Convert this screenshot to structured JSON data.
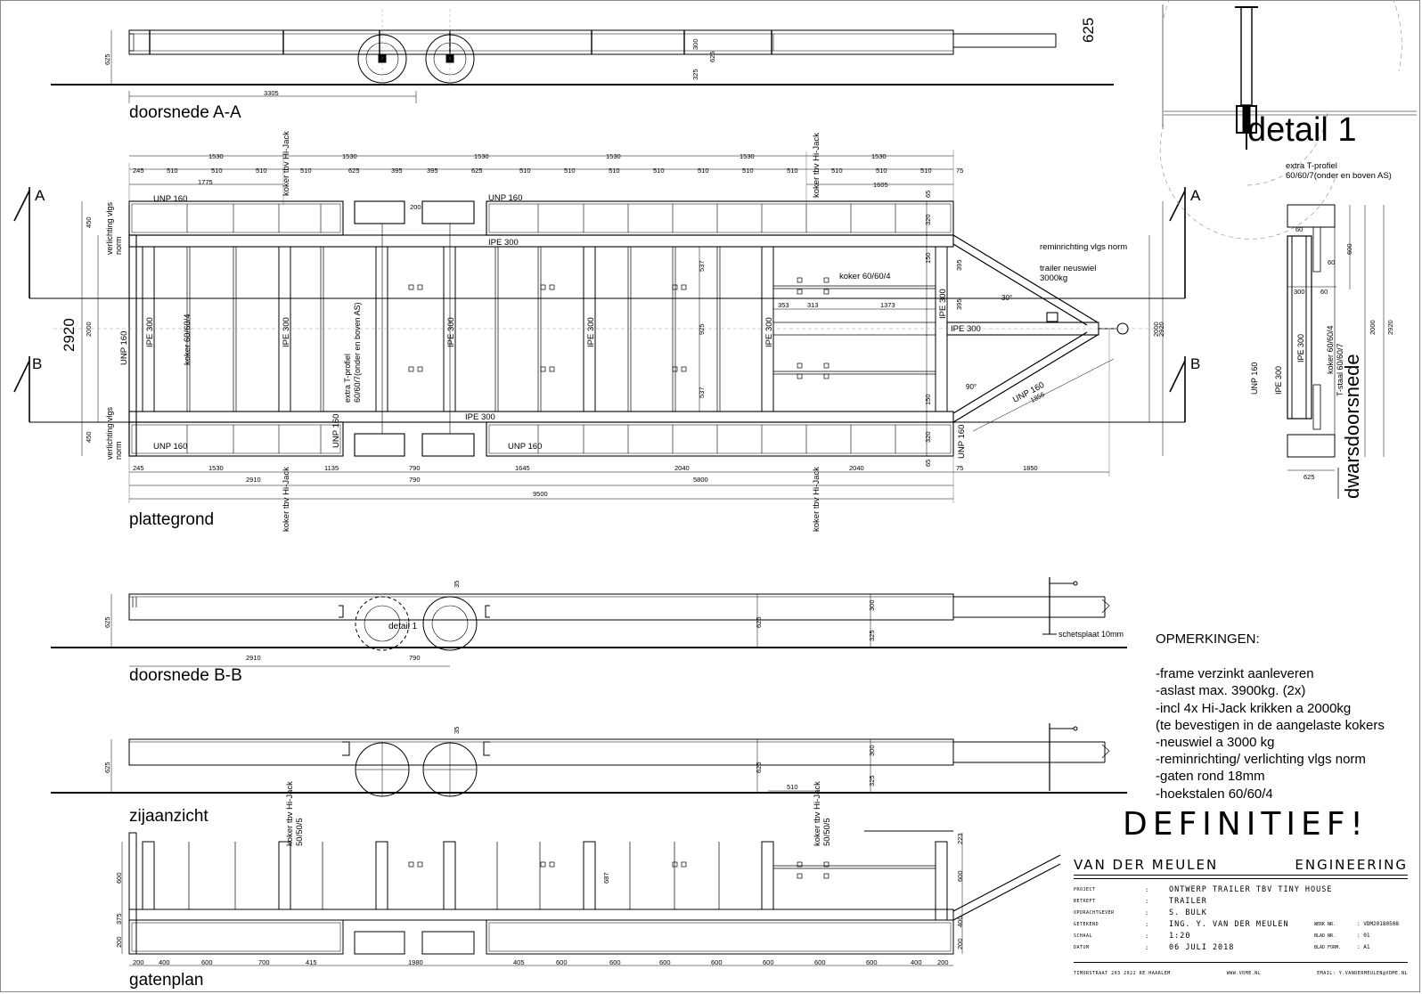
{
  "views": {
    "section_aa": "doorsnede A-A",
    "plan": "plattegrond",
    "section_bb": "doorsnede B-B",
    "side": "zijaanzicht",
    "holes": "gatenplan",
    "cross": "dwarsdoorsnede",
    "detail": "detail 1",
    "detail_small": "detail 1"
  },
  "section_markers": {
    "a": "A",
    "b": "B"
  },
  "detail_note": [
    "extra T-profiel",
    "60/60/7(onder en boven AS)"
  ],
  "plan_labels": {
    "unp160": "UNP 160",
    "ipe300": "IPE 300",
    "koker": "koker 60/60/4",
    "koker_hijack": "koker tbv Hi-Jack",
    "koker_hijack_5050": [
      "koker tbv Hi-Jack",
      "50/50/5"
    ],
    "verlichting": [
      "verlichting vlgs",
      "norm"
    ],
    "extra_t": [
      "extra T-profiel",
      "60/60/7(onder en boven AS)"
    ],
    "reminrichting": "reminrichting vlgs norm",
    "neuswiel": [
      "trailer neuswiel",
      "3000kg"
    ],
    "schetsplaat": "schetsplaat 10mm",
    "t_staal": "T-staal 60/60/7",
    "angle": "30°",
    "angle2": "90°"
  },
  "dimensions": {
    "top_row": [
      "245",
      "510",
      "510",
      "510",
      "510",
      "625",
      "395",
      "395",
      "625",
      "510",
      "510",
      "510",
      "510",
      "510",
      "510",
      "510",
      "510",
      "510",
      "510",
      "75"
    ],
    "mid_row": [
      "1530",
      "1530",
      "1530",
      "1530",
      "1530",
      "1530"
    ],
    "d1775": "1775",
    "d1605": "1605",
    "d3305": "3305",
    "bottom_row": [
      "245",
      "1530",
      "1135",
      "790",
      "1645",
      "2040",
      "2040",
      "75",
      "1850"
    ],
    "bottom_row2": [
      "2910",
      "790",
      "5800"
    ],
    "total": "9500",
    "width_total": "2920",
    "width_inner": "2000",
    "side_450": "450",
    "d537": "537",
    "d925": "925",
    "d200": "200",
    "d150": "150",
    "d320": "320",
    "d65": "65",
    "d395": "395",
    "d353": "353",
    "d313": "313",
    "d1373": "1373",
    "d1856": "1856",
    "d625": "625",
    "d300": "300",
    "d325": "325",
    "d35": "35",
    "d510": "510",
    "d600": "600",
    "d687": "687",
    "d375": "375",
    "d223": "223",
    "d400": "400",
    "d60": "60",
    "holes_row": [
      "200",
      "400",
      "600",
      "700",
      "415",
      "1980",
      "405",
      "600",
      "600",
      "600",
      "600",
      "600",
      "600",
      "600",
      "400",
      "200"
    ]
  },
  "notes": {
    "heading": "OPMERKINGEN:",
    "items": [
      "-frame verzinkt aanleveren",
      "-aslast max. 3900kg. (2x)",
      "-incl 4x Hi-Jack krikken a 2000kg",
      "(te bevestigen in de aangelaste kokers",
      "-neuswiel a 3000 kg",
      "-reminrichting/ verlichting vlgs norm",
      "-gaten rond 18mm",
      "-hoekstalen 60/60/4"
    ]
  },
  "stamp": "DEFINITIEF!",
  "titleblock": {
    "firm_left": "VAN DER MEULEN",
    "firm_right": "ENGINEERING",
    "rows": [
      {
        "key": "PROJECT",
        "value": "ONTWERP TRAILER TBV TINY HOUSE"
      },
      {
        "key": "BETREFT",
        "value": "TRAILER"
      },
      {
        "key": "OPDRACHTGEVER",
        "value": "S. BULK"
      },
      {
        "key": "GETEKEND",
        "value": "ING. Y. VAN DER MEULEN",
        "key2": "WERK NR.",
        "value2": ": VDM20180508"
      },
      {
        "key": "SCHAAL",
        "value": "1:20",
        "key2": "BLAD NR.",
        "value2": ": 01"
      },
      {
        "key": "DATUM",
        "value": "06 JULI 2018",
        "key2": "BLAD FORM.",
        "value2": ": A1"
      }
    ],
    "footer": [
      "TIMORSTRAAT 203 2022 RE HAARLEM",
      "WWW.VDME.NL",
      "EMAIL: Y.VANDERMEULEN@VDME.NL"
    ],
    "colon": ":"
  },
  "colors": {
    "line": "#000000",
    "construction": "#9a9a9a",
    "dim": "#333333"
  }
}
